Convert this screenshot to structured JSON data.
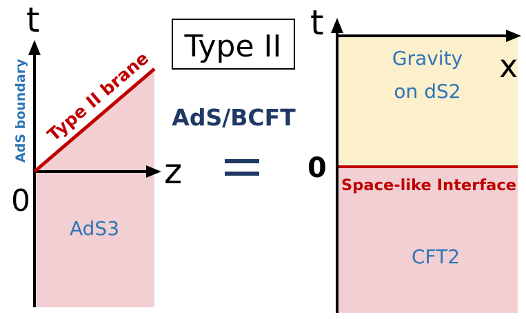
{
  "left_diagram": {
    "t_axis_label": "t",
    "z_axis_label": "z",
    "origin_label": "0",
    "boundary_label": "AdS boundary",
    "brane_label": "Type II brane",
    "bulk_label": "AdS3"
  },
  "center": {
    "type_label": "Type II",
    "correspondence_label": "AdS/BCFT",
    "equals_sign": "="
  },
  "right_diagram": {
    "t_axis_label": "t",
    "x_axis_label": "x",
    "zero_label": "0",
    "gravity_label_line1": "Gravity",
    "gravity_label_line2": "on dS2",
    "interface_label": "Space-like Interface",
    "cft_label": "CFT2"
  },
  "colors": {
    "pink_region": "#f2cfd3",
    "yellow_region": "#fbefcc",
    "brane_red": "#c00000",
    "label_blue": "#2e75b6",
    "navy": "#1f3864",
    "axis_black": "#000000"
  }
}
